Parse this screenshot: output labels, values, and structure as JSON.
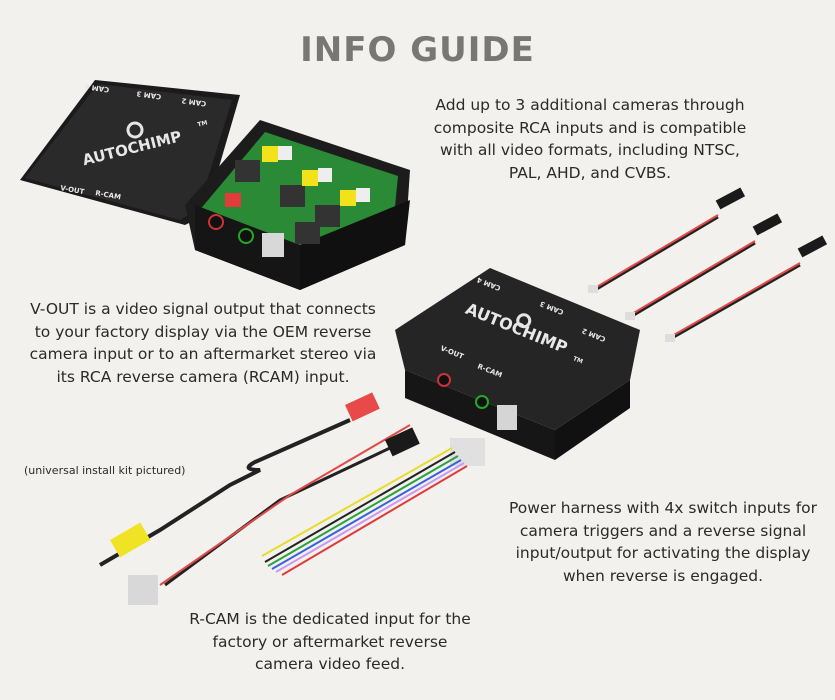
{
  "title": "INFO GUIDE",
  "captions": {
    "cameras": "Add up to 3 additional cameras through composite RCA inputs and is compatible with all video formats, including NTSC, PAL, AHD, and CVBS.",
    "vout": "V-OUT is a video signal output that connects to your factory display via the OEM reverse camera input or to an aftermarket stereo via its RCA reverse camera (RCAM) input.",
    "kit_note": "(universal install kit pictured)",
    "power": "Power harness with 4x switch inputs for camera triggers and a reverse signal input/output for activating the display when reverse is engaged.",
    "rcam": "R-CAM is the dedicated input for the factory or aftermarket reverse camera video feed."
  },
  "device": {
    "brand": "AUTOCHIMP",
    "trademark": "TM",
    "port_labels": [
      "CAM 4",
      "CAM 3",
      "CAM 2",
      "V-OUT",
      "R-CAM"
    ]
  },
  "colors": {
    "background": "#f2f1ed",
    "title": "#787774",
    "housing": "#222222",
    "pcb": "#1f8a2e",
    "rca_yellow": "#f2e21a",
    "rca_red": "#e23b3b",
    "wire_colors": [
      "#e8dc2a",
      "#222222",
      "#2aa33a",
      "#3b5fe0",
      "#c89aef",
      "#e03b3b"
    ]
  }
}
